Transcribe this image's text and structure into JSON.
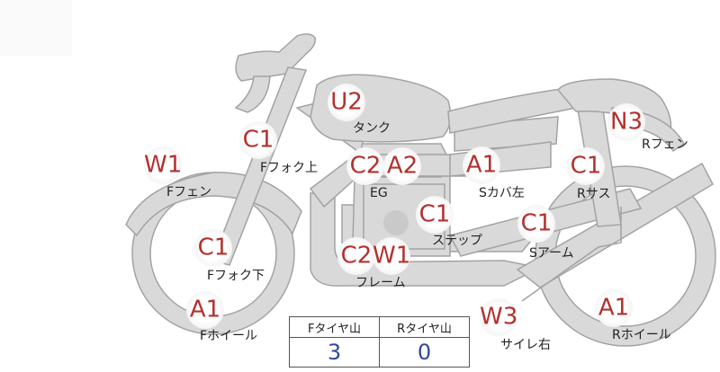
{
  "parts": [
    {
      "id": "f-fender",
      "code": "W1",
      "label": "Fフェン"
    },
    {
      "id": "f-fork-upper",
      "code": "C1",
      "label": "Fフォク上"
    },
    {
      "id": "tank",
      "code": "U2",
      "label": "タンク"
    },
    {
      "id": "eg-c2",
      "code": "C2",
      "label": ""
    },
    {
      "id": "eg-a2",
      "code": "A2",
      "label": "EG"
    },
    {
      "id": "side-cover-left",
      "code": "A1",
      "label": "Sカバ左"
    },
    {
      "id": "r-sus",
      "code": "C1",
      "label": "Rサス"
    },
    {
      "id": "r-fender",
      "code": "N3",
      "label": "Rフェン"
    },
    {
      "id": "step",
      "code": "C1",
      "label": "ステップ"
    },
    {
      "id": "swing-arm",
      "code": "C1",
      "label": "Sアーム"
    },
    {
      "id": "f-fork-lower",
      "code": "C1",
      "label": "Fフォク下"
    },
    {
      "id": "frame-c2",
      "code": "C2",
      "label": ""
    },
    {
      "id": "frame-w1",
      "code": "W1",
      "label": "フレーム"
    },
    {
      "id": "f-wheel",
      "code": "A1",
      "label": "Fホイール"
    },
    {
      "id": "silencer-right",
      "code": "W3",
      "label": "サイレ右"
    },
    {
      "id": "r-wheel",
      "code": "A1",
      "label": "Rホイール"
    }
  ],
  "tire_table": {
    "headers": [
      "Fタイヤ山",
      "Rタイヤ山"
    ],
    "values": [
      "3",
      "0"
    ]
  },
  "colors": {
    "code": "#b3312e",
    "tire_value": "#2f4a9a",
    "bike_fill": "#d9d9d9",
    "bike_stroke": "#9a9a9a"
  }
}
